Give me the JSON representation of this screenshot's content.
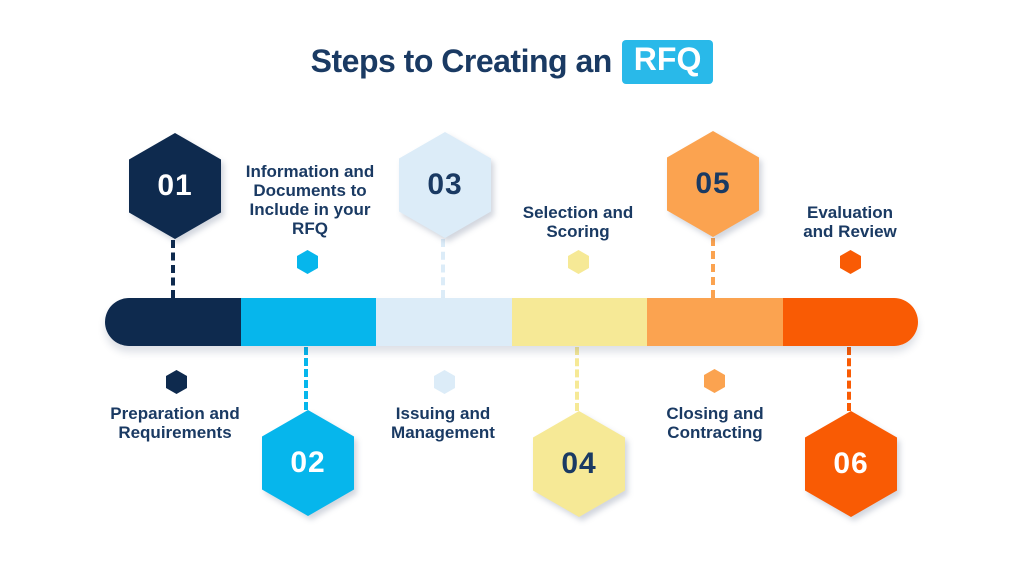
{
  "title": {
    "text": "Steps to Creating an",
    "highlight": "RFQ",
    "text_color": "#1a3a63",
    "highlight_bg": "#29b9e9"
  },
  "label_text_color": "#1a3a63",
  "steps": [
    {
      "number": "01",
      "label": "Preparation and\nRequirements",
      "color": "#0e2a4e",
      "number_color": "#ffffff",
      "hexagon_position": "above-bar"
    },
    {
      "number": "02",
      "label": "Information and\nDocuments to\nInclude in your\nRFQ",
      "color": "#06b6ec",
      "number_color": "#ffffff",
      "hexagon_position": "below-bar"
    },
    {
      "number": "03",
      "label": "Issuing and\nManagement",
      "color": "#dcecf8",
      "number_color": "#1a3a63",
      "hexagon_position": "above-bar"
    },
    {
      "number": "04",
      "label": "Selection and\nScoring",
      "color": "#f6e996",
      "number_color": "#1a3a63",
      "hexagon_position": "below-bar"
    },
    {
      "number": "05",
      "label": "Closing and\nContracting",
      "color": "#fba350",
      "number_color": "#1a3a63",
      "hexagon_position": "above-bar"
    },
    {
      "number": "06",
      "label": "Evaluation\nand Review",
      "color": "#f95b04",
      "number_color": "#ffffff",
      "hexagon_position": "below-bar"
    }
  ]
}
